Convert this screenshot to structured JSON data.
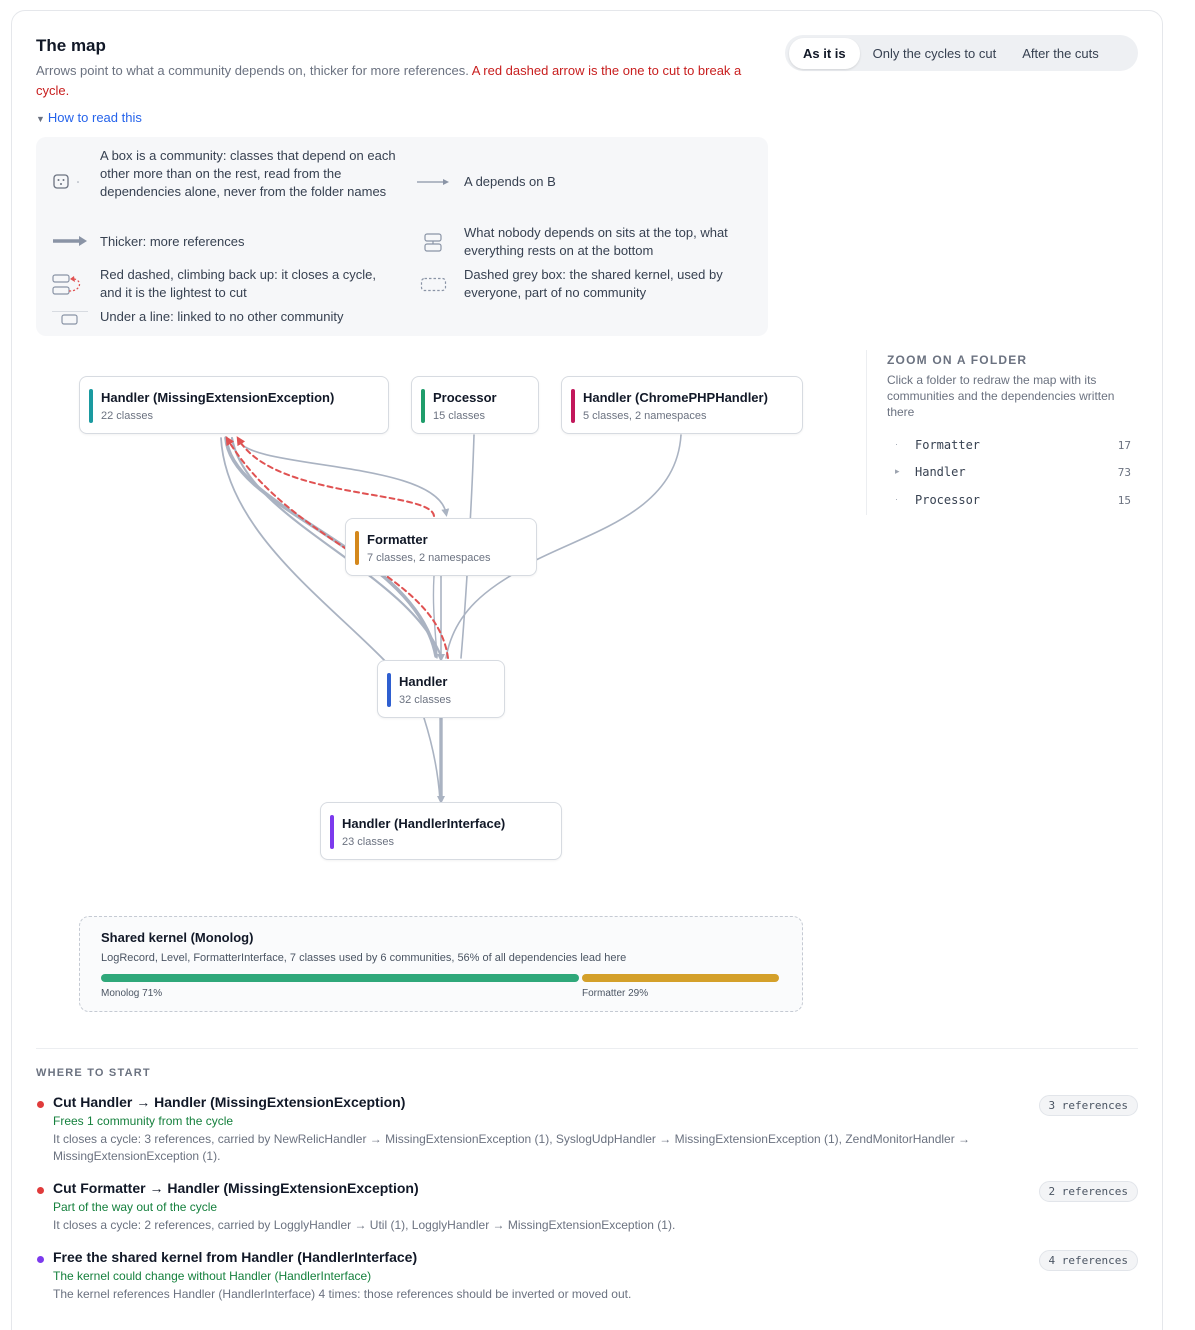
{
  "header": {
    "title": "The map",
    "subtitle": "Arrows point to what a community depends on, thicker for more references.",
    "subtitle_warning": "A red dashed arrow is the one to cut to break a cycle."
  },
  "view_toggle": {
    "options": [
      "As it is",
      "Only the cycles to cut",
      "After the cuts"
    ],
    "selected": "As it is"
  },
  "how_to_read": {
    "label": "How to read this",
    "items": [
      "A box is a community: classes that depend on each other more than on the rest, read from the dependencies alone, never from the folder names",
      "A depends on B",
      "Thicker: more references",
      "What nobody depends on sits at the top, what everything rests on at the bottom",
      "Red dashed, climbing back up: it closes a cycle, and it is the lightest to cut",
      "Dashed grey box: the shared kernel, used by everyone, part of no community",
      "Under a line: linked to no other community"
    ]
  },
  "map": {
    "nodes": [
      {
        "name": "Handler (MissingExtensionException)",
        "count": "22 classes",
        "color": "#1a9aa0"
      },
      {
        "name": "Processor",
        "count": "15 classes",
        "color": "#1f9d6b"
      },
      {
        "name": "Handler (ChromePHPHandler)",
        "count": "5 classes, 2 namespaces",
        "color": "#c2185b"
      },
      {
        "name": "Formatter",
        "count": "7 classes, 2 namespaces",
        "color": "#d4881c"
      },
      {
        "name": "Handler",
        "count": "32 classes",
        "color": "#2f5fd0"
      },
      {
        "name": "Handler (HandlerInterface)",
        "count": "23 classes",
        "color": "#7c3aed"
      }
    ],
    "edge_color": "#aab3c2",
    "cut_color": "#e05252"
  },
  "kernel": {
    "title": "Shared kernel (Monolog)",
    "description": "LogRecord, Level, FormatterInterface, 7 classes used by 6 communities, 56% of all dependencies lead here",
    "segments": [
      {
        "label": "Monolog 71%",
        "share": 71,
        "color": "#2fa87a"
      },
      {
        "label": "Formatter 29%",
        "share": 29,
        "color": "#d4a02a"
      }
    ]
  },
  "zoom": {
    "heading": "ZOOM ON A FOLDER",
    "description": "Click a folder to redraw the map with its communities and the dependencies written there",
    "folders": [
      {
        "marker": "·",
        "name": "Formatter",
        "count": "17"
      },
      {
        "marker": "▸",
        "name": "Handler",
        "count": "73"
      },
      {
        "marker": "·",
        "name": "Processor",
        "count": "15"
      }
    ]
  },
  "where_to_start": {
    "heading": "WHERE TO START",
    "items": [
      {
        "title": "Cut Handler → Handler (MissingExtensionException)",
        "status": "Frees 1 community from the cycle",
        "detail": "It closes a cycle: 3 references, carried by NewRelicHandler → MissingExtensionException (1), SyslogUdpHandler → MissingExtensionException (1), ZendMonitorHandler → MissingExtensionException (1).",
        "badge": "3 references",
        "dot_color": "#e03b3b"
      },
      {
        "title": "Cut Formatter → Handler (MissingExtensionException)",
        "status": "Part of the way out of the cycle",
        "detail": "It closes a cycle: 2 references, carried by LogglyHandler → Util (1), LogglyHandler → MissingExtensionException (1).",
        "badge": "2 references",
        "dot_color": "#e03b3b"
      },
      {
        "title": "Free the shared kernel from Handler (HandlerInterface)",
        "status": "The kernel could change without Handler (HandlerInterface)",
        "detail": "The kernel references Handler (HandlerInterface) 4 times: those references should be inverted or moved out.",
        "badge": "4 references",
        "dot_color": "#7c3aed"
      }
    ]
  }
}
